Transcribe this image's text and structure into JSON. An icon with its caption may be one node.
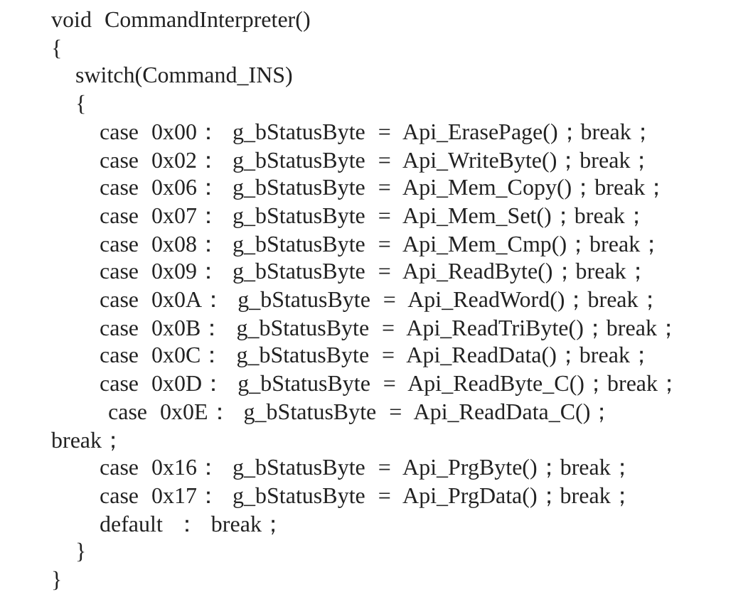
{
  "diagram": {
    "labels": [
      "void CommandInterpreter()",
      "{",
      "switch(Command_INS)",
      "{",
      "case 0x00： g_bStatusByte = Api_ErasePage()；break；",
      "case 0x02： g_bStatusByte = Api_WriteByte()；break；",
      "case 0x06： g_bStatusByte = Api_Mem_Copy()；break；",
      "case 0x07： g_bStatusByte = Api_Mem_Set()；break；",
      "case 0x08： g_bStatusByte = Api_Mem_Cmp()；break；",
      "case 0x09： g_bStatusByte = Api_ReadByte()；break；",
      "case 0x0A： g_bStatusByte = Api_ReadWord()；break；",
      "case 0x0B： g_bStatusByte = Api_ReadTriByte()；break；",
      "case 0x0C： g_bStatusByte = Api_ReadData()；break；",
      "case 0x0D： g_bStatusByte = Api_ReadByte_C()；break；",
      "case 0x0E： g_bStatusByte = Api_ReadData_C()； break；",
      "case 0x16： g_bStatusByte = Api_PrgByte()；break；",
      "case 0x17： g_bStatusByte = Api_PrgData()；break；",
      "default ： break；",
      "}",
      "}"
    ]
  }
}
